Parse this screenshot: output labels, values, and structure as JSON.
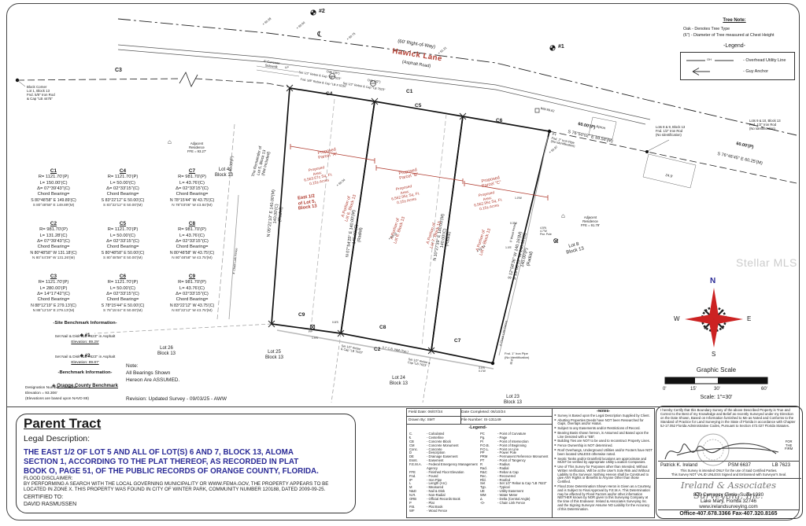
{
  "icons": {
    "benchmark": "◈",
    "house": "⌂",
    "centerline": "℄"
  },
  "drawing": {
    "bm2": "#2",
    "bm1": "#1",
    "row": "(60' Right-of-Way)",
    "road_name": "Hawick Lane",
    "road_type": "(Asphalt Road)",
    "block_corner": "Block Corner\nLot 1, Block 13\nFnd. 5/8\" Iron Rod\n& Cap \"LB 4475\"",
    "c1": "C1",
    "c2": "C2",
    "c3": "C3",
    "c4": "C4",
    "c5": "C5",
    "c6": "C6",
    "c7": "C7",
    "c8": "C8",
    "c9": "C9",
    "sidewalk": "6' Concrete\nSidewalk",
    "lp": "LP",
    "set_rebar": "Set 1/2\" Rebar & Cap \"LB 7623\"",
    "fnd_rebar": "Fnd. 5/8\" Rebar & Cap \"LB # 5234\"",
    "oak1": "Oak (26\")",
    "oak2": "Oak (42\")",
    "wm_spot": "WM  89.62",
    "apron": "Apron",
    "dim249": "24.9'",
    "row_dim1": "60.00'(P)",
    "row_brg1": "S 76°50'02\" E  59.58'(M)",
    "row_dim2": "60.00'(P)",
    "row_brg2": "S 76°46'45\" E  60.25'(M)",
    "lots89": "Lots 8 & 9, Block 13\nFnd. 1/2\" Iron Rod\n(No Identification)",
    "lots910": "Lots 9 & 10, Block 13\nFnd. 1/2\" Iron Rod\n(No Identification)",
    "pt_pipe": "PT\nFnd. 2\" Iron Pipe\n(No Identification)",
    "adj1": "Adjacent\nResidence\nFFE = 93.27'",
    "adj2": "Adjacent\nResidence\nFFE = 91.79'",
    "lot4": "Lot 4\nBlock 13",
    "lot8": "Lot 8\nBlock 13",
    "lot23": "Lot 23\nBlock 13",
    "lot24": "Lot 24\nBlock 13",
    "lot25": "Lot 25\nBlock 13",
    "lot26": "Lot 26\nBlock 13",
    "remainder": "The Remainder of\nLot 5, Block 13\n(Not Included)",
    "plat140": "140.00'(P)",
    "brg_left": "N 05°21'10\" E  140.00'(M)\n140.00'(C)\n(Radial)",
    "brg_int1": "N 07°54'25\" E  140.00'(M)\n140.00'(C)\n(Radial)",
    "brg_int2": "N 10°27'39\" E  140.00'(M)\n140.00'(C)\n(Radial)",
    "brg_right": "S 12°58'36\" W  140.16'(M)\nS 13°00'53\" W  140.00'(C)\n140.00'(P)\n(Radial)",
    "wood_fence": "6' Wood Fence",
    "chain_fence1": "4' Chain Link Fence",
    "chain_fence2": "4' Chain Link Fence",
    "cb_wall": "0.7' C.B. Wall (Typ.)",
    "set_rebar_b1": "Set 1/2\" Rebar\n& Cap \"LB 7623\"",
    "set_rebar_b2": "Set 1/2\" Rebar &\nCap \"LB 7623\"",
    "fnd_pipe": "Fnd. 1\" Iron Pipe\n(No Identification)",
    "pp": "PP",
    "off1": "0.8'S",
    "off2": "1.9'S",
    "off3": "1.0'W",
    "off4": "0.3'W",
    "off5": "1.0'E",
    "off6": "3.0'S\n0.1'W",
    "off7": "30.8'",
    "pwr_pole": "4.5'N\n4.7'W\nPwr. Pole",
    "s1": "× 90.28",
    "s2": "× 90.90",
    "s3": "× 90.75",
    "s4": "× 91.21",
    "s5": "× 90.54",
    "s6": "× 90.31",
    "s7": "× 91.02",
    "s8": "× 90.87"
  },
  "parcels": {
    "a": {
      "title": "Proposed\nParcel \"A\"",
      "area": "Proposed\nArea:\n6,563.67± Sq. Ft.\n0.15± Acres",
      "lot": "East 1/2\nof Lot 5,\nBlock 13",
      "portion": "A Portion of\nLot 6, Block 13"
    },
    "b": {
      "title": "Proposed\nParcel \"B\"",
      "area": "Proposed\nArea:\n6,562.95± Sq. Ft.\n0.15± Acres",
      "portion1": "A Portion of\nLot 6, Block 13",
      "portion2": "A Portion of\nLot 7, Block 13"
    },
    "c": {
      "title": "Proposed\nParcel \"C\"",
      "area": "Proposed\nArea:\n6,562.95± Sq. Ft.\n0.15± Acres",
      "portion": "A Portion of\nLot 7, Block 13"
    }
  },
  "curve_tables": [
    {
      "id": "C1",
      "r": "R= 1121.70'(P)",
      "l": "L= 150.00'(C)",
      "delta": "Δ= 07°39'43\"(C)",
      "cb": "Chord Bearing=",
      "chord_c": "S 80°48'58\" E  149.89'(C)",
      "chord_m": "S 80°48'58\" E  149.89'(M)"
    },
    {
      "id": "C4",
      "r": "R= 1121.70'(P)",
      "l": "L= 50.00'(C)",
      "delta": "Δ= 02°33'15\"(C)",
      "cb": "Chord Bearing=",
      "chord_c": "S 83°22'12\" E  50.00'(C)",
      "chord_m": "S 83°22'12\" E  50.00'(M)"
    },
    {
      "id": "C7",
      "r": "R= 981.70'(P)",
      "l": "L= 43.76'(C)",
      "delta": "Δ= 02°33'15\"(C)",
      "cb": "Chord Bearing=",
      "chord_c": "N 78°15'44\" W  43.75'(C)",
      "chord_m": "N 78°03'06\" W  43.84'(M)"
    },
    {
      "id": "C2",
      "r": "R= 981.70'(P)",
      "l": "L= 131.28'(C)",
      "delta": "Δ= 07°39'43\"(C)",
      "cb": "Chord Bearing=",
      "chord_c": "N 80°48'58\" W  131.18'(C)",
      "chord_m": "N 80°44'39\" W  131.26'(M)"
    },
    {
      "id": "C5",
      "r": "R= 1121.70'(P)",
      "l": "L= 50.00'(C)",
      "delta": "Δ= 02°33'15\"(C)",
      "cb": "Chord Bearing=",
      "chord_c": "S 80°48'58\" E  50.00'(C)",
      "chord_m": "S 80°48'58\" E  50.00'(M)"
    },
    {
      "id": "C8",
      "r": "R= 981.70'(P)",
      "l": "L= 43.76'(C)",
      "delta": "Δ= 02°33'15\"(C)",
      "cb": "Chord Bearing=",
      "chord_c": "N 80°48'58\" W  43.75'(C)",
      "chord_m": "N 80°48'58\" W  43.75'(M)"
    },
    {
      "id": "C3",
      "r": "R= 1121.70'(P)",
      "l": "L= 280.00'(P)",
      "delta": "Δ= 14°17'42\"(C)",
      "cb": "Chord Bearing=",
      "chord_c": "N 88°12'19\" E  279.13'(C)",
      "chord_m": "N 88°12'19\" E  279.13'(M)"
    },
    {
      "id": "C6",
      "r": "R= 1121.70'(P)",
      "l": "L= 50.00'(C)",
      "delta": "Δ= 02°33'15\"(C)",
      "cb": "Chord Bearing=",
      "chord_c": "S 78°15'44\" E  50.00'(C)",
      "chord_m": "S 78°15'44\" E  50.00'(M)"
    },
    {
      "id": "C9",
      "r": "R= 981.70'(P)",
      "l": "L= 43.76'(C)",
      "delta": "Δ= 02°33'15\"(C)",
      "cb": "Chord Bearing=",
      "chord_c": "N 83°22'12\" W  43.75'(C)",
      "chord_m": "N 83°22'12\" W  43.75'(M)"
    }
  ],
  "benchmark": {
    "site_title": "-Site Benchmark Information-",
    "bm1_id": "#1",
    "bm1_desc": "Set Nail & Disk \"LB 7623\" in Asphalt",
    "bm1_elev": "Elevation: 89.29'",
    "bm2_id": "#2",
    "bm2_desc": "Set Nail & Disk \"LB 7623\" in Asphalt",
    "bm2_elev": "Elevation: 89.87'",
    "county_title": "-Benchmark Information-",
    "county_name": "Orange County Benchmark",
    "designation": "Designation Number: L-645-09",
    "elevation": "Elevation = 93.306'",
    "datum": "(Elevations are based upon NAVD 88)"
  },
  "note_block": "Note:\nAll Bearings Shown\nHereon Are ASSUMED.",
  "revision": "Revision:  Updated Survey - 09/03/25 - AWW",
  "tree_note": {
    "title": "Tree Note:",
    "line1": "Oak   -   Denotes Tree Type",
    "line2": "(6\")   -   Diameter of Tree measured at Chest Height"
  },
  "legend": {
    "title": "-Legend-",
    "oh": "OH",
    "item1": "- Overhead Utility Line",
    "item2": "- Guy Anchor"
  },
  "compass": {
    "n": "N",
    "e": "E",
    "s": "S",
    "w": "W"
  },
  "scale": {
    "title": "Graphic Scale",
    "t0": "0'",
    "t15": "15'",
    "t30": "30'",
    "t60": "60'",
    "ratio": "Scale: 1\"=30'"
  },
  "watermark": "Stellar MLS",
  "parent_tract": {
    "title": "Parent Tract",
    "subtitle": "Legal Description:",
    "legal": "THE EAST 1/2 OF LOT 5 AND ALL OF LOT(S) 6 AND 7, BLOCK 13, ALOMA\nSECTION 1, ACCORDING TO THE PLAT THEREOF, AS RECORDED IN PLAT\nBOOK O, PAGE 51, OF THE PUBLIC RECORDS OF ORANGE COUNTY, FLORIDA.",
    "flood_title": "FLOOD DISCLAIMER:",
    "flood_body": "BY PERFORMING A SEARCH WITH THE LOCAL GOVERNING MUNICIPALITY OR WWW.FEMA.GOV, THE PROPERTY APPEARS TO BE\nLOCATED IN ZONE X. THIS PROPERTY WAS FOUND IN CITY OF WINTER PARK, COMMUNITY NUMBER 120188, DATED 2009-09-25.",
    "certified_to": "CERTIFIED TO:",
    "certified_name": "DAVID RASMUSSEN"
  },
  "info_table": {
    "field_date": "Field Date: 06/07/24",
    "date_completed": "Date Completed: 06/10/24",
    "drawn_by": "Drawn By: SMT",
    "file_number": "File Number: IS-131149"
  },
  "abbr": {
    "title": "-Legend-",
    "col1": [
      {
        "a": "C.",
        "d": "- Calculated"
      },
      {
        "a": "℄",
        "d": "- Centerline"
      },
      {
        "a": "CB",
        "d": "- Concrete Block"
      },
      {
        "a": "CM",
        "d": "- Concrete Monument"
      },
      {
        "a": "Conc.",
        "d": "- Concrete"
      },
      {
        "a": "D",
        "d": "- Description"
      },
      {
        "a": "DE",
        "d": "- Drainage Easement"
      },
      {
        "a": "Esmt.",
        "d": "- Easement"
      },
      {
        "a": "F.E.M.A.",
        "d": "- Federal Emergency Management Agency"
      },
      {
        "a": "FFE",
        "d": "- Finished Floor Elevation"
      },
      {
        "a": "Fnd.",
        "d": "- Found"
      },
      {
        "a": "IP",
        "d": "- Iron Pipe"
      },
      {
        "a": "L",
        "d": "- Length (Arc)"
      },
      {
        "a": "M",
        "d": "- Measured"
      },
      {
        "a": "N&D",
        "d": "- Nail & Disk"
      },
      {
        "a": "N.R.",
        "d": "- Non-Radial"
      },
      {
        "a": "ORB",
        "d": "- Official Records Book"
      },
      {
        "a": "P",
        "d": "- Plat"
      },
      {
        "a": "P.B.",
        "d": "- Plat Book"
      },
      {
        "a": "WF",
        "d": "- Wood Fence"
      }
    ],
    "col2": [
      {
        "a": "PC",
        "d": "- Point of Curvature"
      },
      {
        "a": "Pg.",
        "d": "- Page"
      },
      {
        "a": "PI",
        "d": "- Point of Intersection"
      },
      {
        "a": "P.O.B.",
        "d": "- Point of Beginning"
      },
      {
        "a": "P.O.L.",
        "d": "- Point on Line"
      },
      {
        "a": "PP",
        "d": "- Power Pole"
      },
      {
        "a": "PRM",
        "d": "- Permanent Reference Monument"
      },
      {
        "a": "PT",
        "d": "- Point of Tangency"
      },
      {
        "a": "R",
        "d": "- Radius"
      },
      {
        "a": "Rad.",
        "d": "- Radial"
      },
      {
        "a": "R&C",
        "d": "- Rebar & Cap"
      },
      {
        "a": "Rec.",
        "d": "- Recovered"
      },
      {
        "a": "Rfd.",
        "d": "- Roofed"
      },
      {
        "a": "Set",
        "d": "- Set 1/2\" Rebar & Cap \"LB 7623\""
      },
      {
        "a": "Typ.",
        "d": "- Typical"
      },
      {
        "a": "UE",
        "d": "- Utility Easement"
      },
      {
        "a": "WM",
        "d": "- Water Meter"
      },
      {
        "a": "Δ",
        "d": "- Delta (Central Angle)"
      },
      {
        "a": "-O-",
        "d": "- Chain Link Fence"
      }
    ]
  },
  "notes": {
    "title": "-Notes-",
    "bullet": "►",
    "items": [
      "Survey is Based upon the Legal Description Supplied by Client.",
      "Abutting Properties Deeds have NOT been Researched for Gaps, Overlaps and/or Hiatus.",
      "Subject to any Easements and/or Restrictions of Record.",
      "Bearing Basis shown hereon, is Assumed and Based upon the Line Denoted with a \"BB\".",
      "Building Ties are NOT to be used to reconstruct Property Lines.",
      "Fence Ownership is NOT determined.",
      "Roof Overhangs, Underground Utilities and/or Footers have NOT been located UNLESS otherwise noted.",
      "Septic Tanks and/or Drainfield locations are approximate and MUST be verified by appropriate Utility Location Companies.",
      "Use of This Survey for Purposes other than Intended, Without Written Verification, Will be at the User's Sole Risk and Without Liability to the Surveyor. Nothing Hereon shall be Construed to give ANY Rights or Benefits to Anyone Other than those Certified.",
      "Flood Zone Determination Shown Heron is Given as a Courtesy, and is Subject to Final Approval by F.E.M.A. This Determination may be affected by Flood Factors and/or other information NEITHER known by NOR given to this Surveying Company at the time of this Endeavor. Ireland & Associates Surveying Inc. and the Signing Surveyor Assume NO Liability for the Accuracy of this Determination."
    ]
  },
  "cert": {
    "text": "I hereby Certify that this Boundary Survey of the above Described Property is True and Correct to the Best of my Knowledge and Belief as recently Surveyed under my Direction on the Date Shown, Based on Information furnished to Me as Noted and Conforms to the Standard of Practice for Land Surveying in the State of Florida in accordance with Chapter 5J-17.052 Florida Administrative Codes, Pursuant to Section 472.027 Florida Statutes.",
    "for_the_firm": "FOR\nTHE\nFIRM",
    "surveyor": "Patrick K. Ireland",
    "psm": "PSM 6637",
    "lb": "LB 7623",
    "disclaimer": "This Survey is intended ONLY for the use of Said Certified Parties.\nThis Survey NOT VALID UNLESS Signed and Embossed with Surveyor's Seal."
  },
  "firm": {
    "name": "Ireland & Associates Surveying, Inc.",
    "addr1": "800 Currency Circle, Suite 1020",
    "addr2": "Lake Mary, Florida  32746",
    "web": "www.irelandsurveying.com",
    "phone": "Office-407.678.3366      Fax-407.320.8165"
  }
}
